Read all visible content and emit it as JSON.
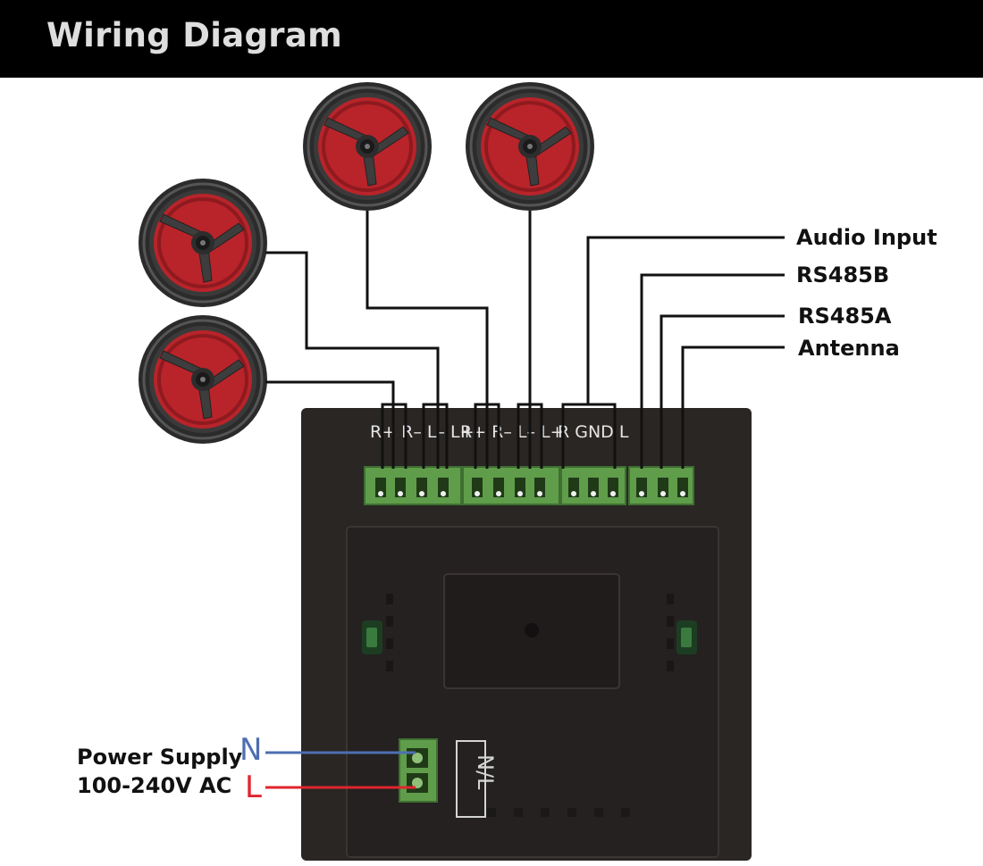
{
  "header": {
    "title": "Wiring Diagram"
  },
  "terminals": {
    "left_speaker_block": "R+ R– L– L+",
    "right_speaker_block": "R+ R– L– L+",
    "signal_block": "R GND L"
  },
  "labels": {
    "audio_input": "Audio Input",
    "rs485b": "RS485B",
    "rs485a": "RS485A",
    "antenna": "Antenna"
  },
  "power": {
    "title_line1": "Power Supply",
    "title_line2": "100-240V AC",
    "neutral": "N",
    "live": "L",
    "module_marking": "N/L"
  },
  "colors": {
    "header_bg": "#000000",
    "header_text": "#dedede",
    "device_body": "#2a2624",
    "terminal_green": "#5f9d4a",
    "speaker_cone": "#b8242a",
    "neutral_wire": "#4e6fb0",
    "live_wire": "#e0252d"
  }
}
